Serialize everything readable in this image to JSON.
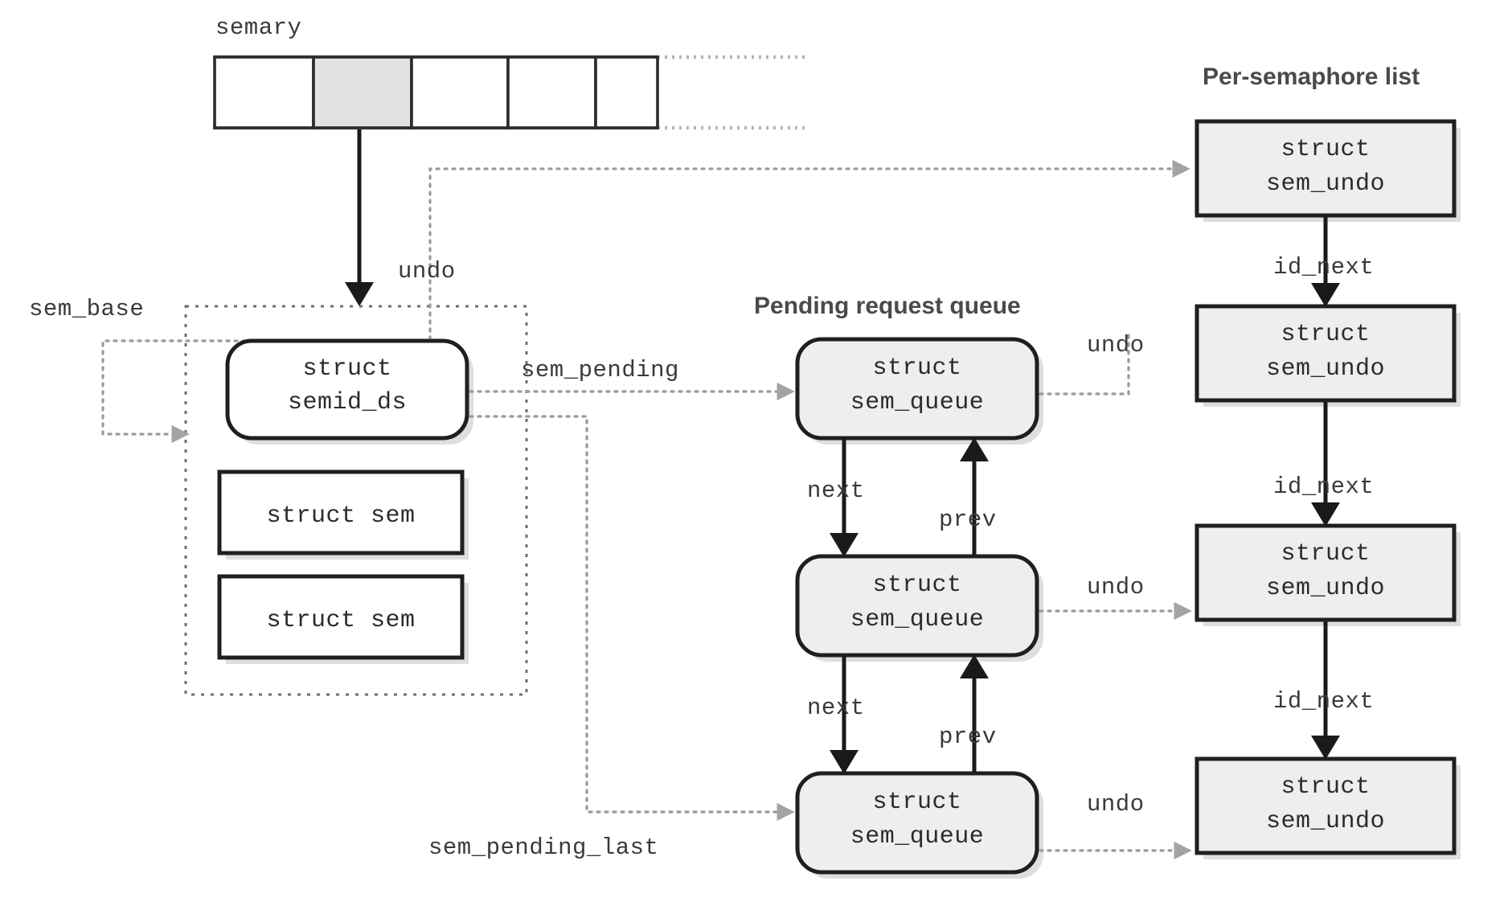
{
  "figure": {
    "title_semary": "semary",
    "title_per_semaphore_list": "Per-semaphore list",
    "title_pending_queue": "Pending request queue"
  },
  "semary_array": {
    "label": "semary",
    "cell_count": 5,
    "highlighted_index": 1,
    "continues_right": true
  },
  "structs": {
    "semid_ds": {
      "line1": "struct",
      "line2": "semid_ds"
    },
    "sem_a": {
      "line1": "struct sem"
    },
    "sem_b": {
      "line1": "struct sem"
    },
    "sem_queue_1": {
      "line1": "struct",
      "line2": "sem_queue"
    },
    "sem_queue_2": {
      "line1": "struct",
      "line2": "sem_queue"
    },
    "sem_queue_3": {
      "line1": "struct",
      "line2": "sem_queue"
    },
    "sem_undo_1": {
      "line1": "struct",
      "line2": "sem_undo"
    },
    "sem_undo_2": {
      "line1": "struct",
      "line2": "sem_undo"
    },
    "sem_undo_3": {
      "line1": "struct",
      "line2": "sem_undo"
    },
    "sem_undo_4": {
      "line1": "struct",
      "line2": "sem_undo"
    }
  },
  "edge_labels": {
    "undo_from_semid_ds": "undo",
    "sem_base": "sem_base",
    "sem_pending": "sem_pending",
    "sem_pending_last": "sem_pending_last",
    "undo_q1": "undo",
    "undo_q2": "undo",
    "undo_q3": "undo",
    "next_1": "next",
    "next_2": "next",
    "prev_1": "prev",
    "prev_2": "prev",
    "id_next_1": "id_next",
    "id_next_2": "id_next",
    "id_next_3": "id_next"
  },
  "colors": {
    "background": "#ffffff",
    "stroke_dark": "#1f1f1f",
    "stroke_dotted": "#9a9a9a",
    "fill_white": "#ffffff",
    "fill_gray": "#eeeeee",
    "cell_highlight": "#e2e2e2",
    "text_mono": "#2b2b2b",
    "text_title": "#4a4a4a"
  },
  "chart_data": {
    "type": "diagram",
    "title": "Linux System V semaphore kernel data structures",
    "nodes": [
      {
        "id": "semary",
        "label": "semary",
        "kind": "array",
        "cells": 5,
        "highlighted": 1
      },
      {
        "id": "semid_ds",
        "label": "struct semid_ds",
        "kind": "rounded-box"
      },
      {
        "id": "sem_a",
        "label": "struct sem",
        "kind": "box"
      },
      {
        "id": "sem_b",
        "label": "struct sem",
        "kind": "box"
      },
      {
        "id": "sem_queue_1",
        "label": "struct sem_queue",
        "kind": "rounded-box"
      },
      {
        "id": "sem_queue_2",
        "label": "struct sem_queue",
        "kind": "rounded-box"
      },
      {
        "id": "sem_queue_3",
        "label": "struct sem_queue",
        "kind": "rounded-box"
      },
      {
        "id": "sem_undo_1",
        "label": "struct sem_undo",
        "kind": "box"
      },
      {
        "id": "sem_undo_2",
        "label": "struct sem_undo",
        "kind": "box"
      },
      {
        "id": "sem_undo_3",
        "label": "struct sem_undo",
        "kind": "box"
      },
      {
        "id": "sem_undo_4",
        "label": "struct sem_undo",
        "kind": "box"
      }
    ],
    "edges": [
      {
        "from": "semary",
        "to": "semid_ds",
        "label": "",
        "style": "solid"
      },
      {
        "from": "semid_ds",
        "to": "sem_undo_1",
        "label": "undo",
        "style": "dotted"
      },
      {
        "from": "sem_base",
        "to": "sem_a",
        "label": "sem_base",
        "style": "dotted"
      },
      {
        "from": "semid_ds",
        "to": "sem_queue_1",
        "label": "sem_pending",
        "style": "dotted"
      },
      {
        "from": "semid_ds",
        "to": "sem_queue_3",
        "label": "sem_pending_last",
        "style": "dotted"
      },
      {
        "from": "sem_queue_1",
        "to": "sem_queue_2",
        "label": "next",
        "style": "solid"
      },
      {
        "from": "sem_queue_2",
        "to": "sem_queue_1",
        "label": "prev",
        "style": "solid"
      },
      {
        "from": "sem_queue_2",
        "to": "sem_queue_3",
        "label": "next",
        "style": "solid"
      },
      {
        "from": "sem_queue_3",
        "to": "sem_queue_2",
        "label": "prev",
        "style": "solid"
      },
      {
        "from": "sem_queue_1",
        "to": "sem_undo_1",
        "label": "undo",
        "style": "dotted"
      },
      {
        "from": "sem_queue_2",
        "to": "sem_undo_3",
        "label": "undo",
        "style": "dotted"
      },
      {
        "from": "sem_queue_3",
        "to": "sem_undo_4",
        "label": "undo",
        "style": "dotted"
      },
      {
        "from": "sem_undo_1",
        "to": "sem_undo_2",
        "label": "id_next",
        "style": "solid"
      },
      {
        "from": "sem_undo_2",
        "to": "sem_undo_3",
        "label": "id_next",
        "style": "solid"
      },
      {
        "from": "sem_undo_3",
        "to": "sem_undo_4",
        "label": "id_next",
        "style": "solid"
      }
    ]
  }
}
